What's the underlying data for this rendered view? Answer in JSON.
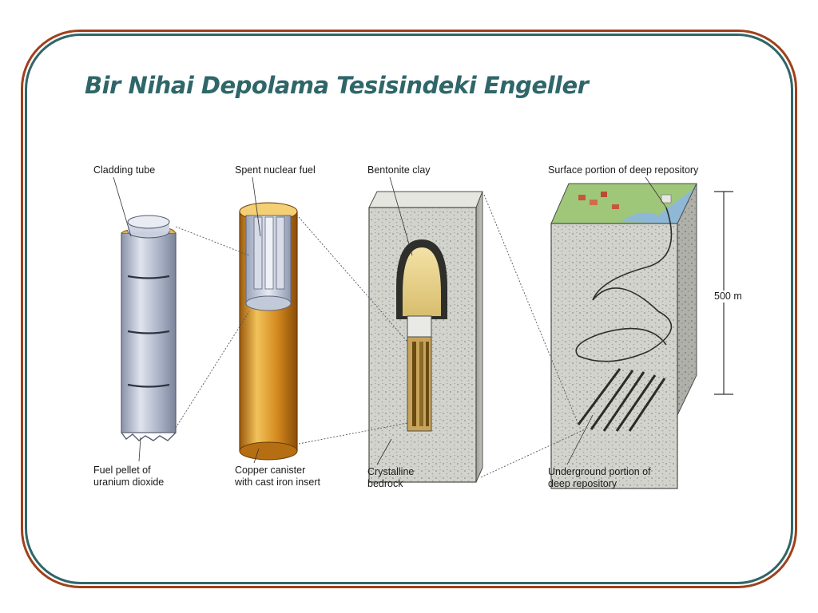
{
  "slide": {
    "title": "Bir Nihai Depolama Tesisindeki Engeller"
  },
  "figure": {
    "labels": {
      "cladding_tube": "Cladding tube",
      "spent_fuel": "Spent nuclear fuel",
      "bentonite": "Bentonite clay",
      "surface_portion": "Surface portion of deep repository",
      "fuel_pellet_1": "Fuel pellet of",
      "fuel_pellet_2": "uranium dioxide",
      "copper_1": "Copper canister",
      "copper_2": "with cast iron insert",
      "crystalline_1": "Crystalline",
      "crystalline_2": "bedrock",
      "underground_1": "Underground portion of",
      "underground_2": "deep repository",
      "depth": "500 m"
    }
  },
  "colors": {
    "frame_outer": "#a0401b",
    "frame_inner": "#2f6669",
    "title": "#2f6669",
    "copper": "#d99a2c",
    "steel": "#b7bfd0",
    "rock": "#c9c9c4"
  }
}
